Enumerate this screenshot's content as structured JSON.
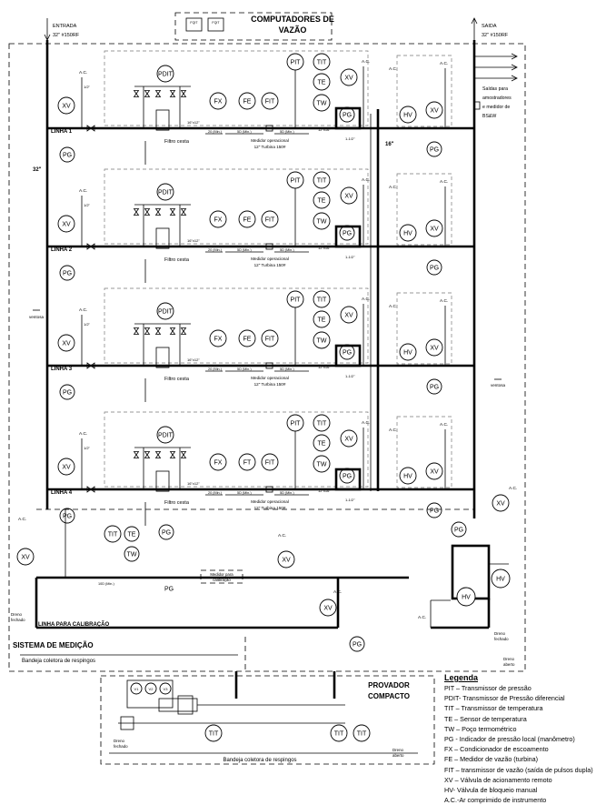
{
  "title": "COMPUTADORES DE VAZÃO",
  "fqt_boxes": [
    "FQIT",
    "FQIT"
  ],
  "entrada": {
    "label": "ENTRADA",
    "spec": "32\" #150RF"
  },
  "saida": {
    "label": "SAIDA",
    "spec": "32\" #150RF"
  },
  "header_size": "32\"",
  "saida_size": "16\"",
  "saidas_note": "Saídas para amostradores e medidor de BS&W",
  "lines": [
    "LINHA 1",
    "LINHA 2",
    "LINHA 3",
    "LINHA 4"
  ],
  "filtro": "Filtro cesta",
  "medidor": "Medidor operacional 12\" Turbina 150#",
  "medidor_line1": "Medidor operacional",
  "medidor_line2": "12\" Turbina 150#",
  "dim_20": "20 (Min.)",
  "dim_5": "5D (Min.)",
  "dim_10": "10D (Min.)",
  "size_16x12": "16\"x12\"",
  "size_12x16": "12\"x16\"",
  "ac": "A.C.",
  "half": "1/2\"",
  "three_quarter": "3/4\"",
  "one_half": "1-1/2\"",
  "ventosa": "ventosa",
  "medidor_calibracao": "Medidor para calibração",
  "linha_calibracao": "LINHA PARA CALIBRAÇÃO",
  "sistema_medicao": "SISTEMA DE MEDIÇÃO",
  "bandeja": "Bandeja coletora de respingos",
  "dreno_fechado": "Dreno fechado",
  "dreno_aberto": "Dreno aberto",
  "provador": "PROVADOR COMPACTO",
  "small_valves": [
    "V1",
    "V2",
    "V3"
  ],
  "instruments": {
    "xv": "XV",
    "pg": "PG",
    "pdit": "PDIT",
    "fx": "FX",
    "fe": "FE",
    "ft": "FT",
    "fit": "FIT",
    "pit": "PIT",
    "tit": "TIT",
    "te": "TE",
    "tw": "TW",
    "hv": "HV"
  },
  "legend": {
    "title": "Legenda",
    "items": [
      "PIT – Transmissor de pressão",
      "PDIT- Transmissor de Pressão diferencial",
      "TIT – Transmissor de temperatura",
      "TE – Sensor de temperatura",
      "TW – Poço termométrico",
      "PG - Indicador de pressão local (manômetro)",
      "FX – Condicionador de escoamento",
      "FE – Medidor de vazão (turbina)",
      "FIT – transmissor de vazão (saída de pulsos dupla)",
      "XV – Válvula de acionamento remoto",
      "HV- Válvula de bloqueio manual",
      "A.C.-Ar comprimido de instrumento"
    ]
  }
}
